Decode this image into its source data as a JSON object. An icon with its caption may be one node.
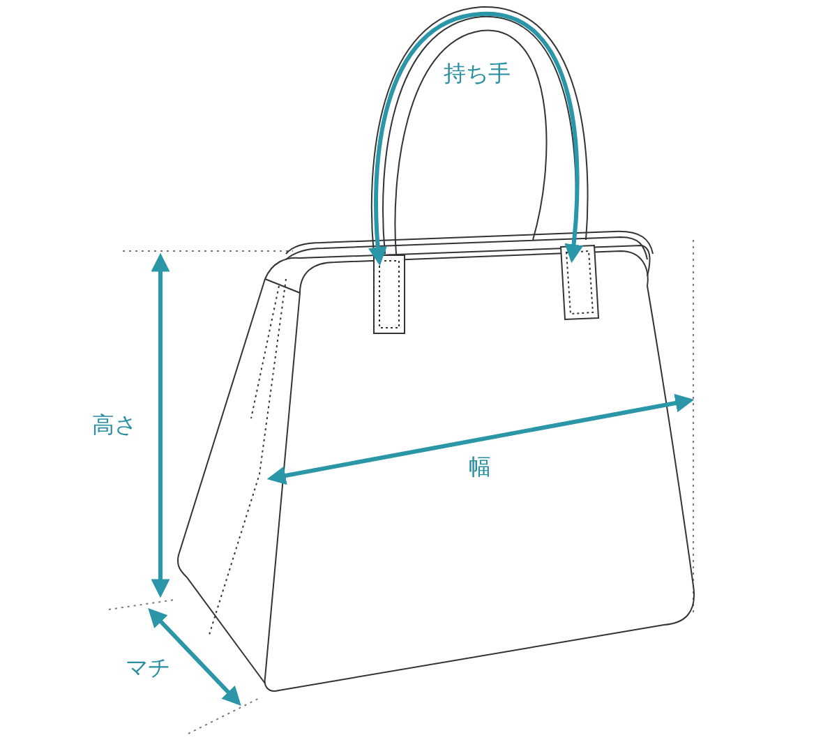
{
  "diagram": {
    "labels": [
      "持ち手",
      "高さ",
      "幅",
      "マチ"
    ]
  }
}
